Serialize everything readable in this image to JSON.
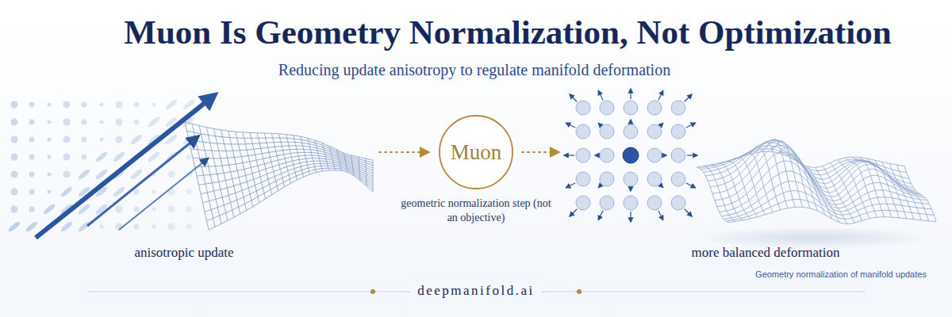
{
  "diagram": {
    "title": "Muon Is Geometry Normalization, Not Optimization",
    "nodes": [
      {
        "text": [
          "Muon"
        ]
      }
    ],
    "labels": [
      "Reducing update anisotropy to regulate manifold deformation",
      "anisotropic update",
      "geometric normalization step (not an objective)",
      "more balanced deformation",
      "deepmanifold.ai",
      "Geometry normalization of manifold updates"
    ]
  }
}
